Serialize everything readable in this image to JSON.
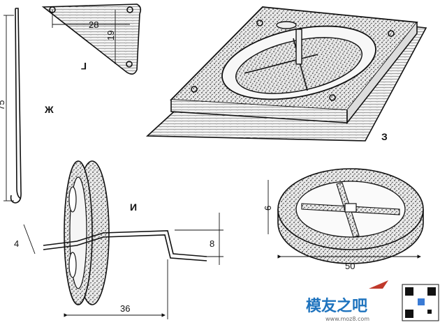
{
  "parts": {
    "rod": {
      "label": "Ж",
      "dim_length": "75"
    },
    "plate": {
      "label": "Г",
      "dim_width": "28",
      "dim_height": "19"
    },
    "base": {
      "label": "З"
    },
    "axle_wheel": {
      "label": "И",
      "dim_axle": "36",
      "dim_pin": "4",
      "dim_offset": "8"
    },
    "wheel": {
      "dim_diameter": "50",
      "dim_thickness": "6"
    }
  },
  "watermark": {
    "brand": "模友之吧",
    "url": "www.moz8.com"
  }
}
